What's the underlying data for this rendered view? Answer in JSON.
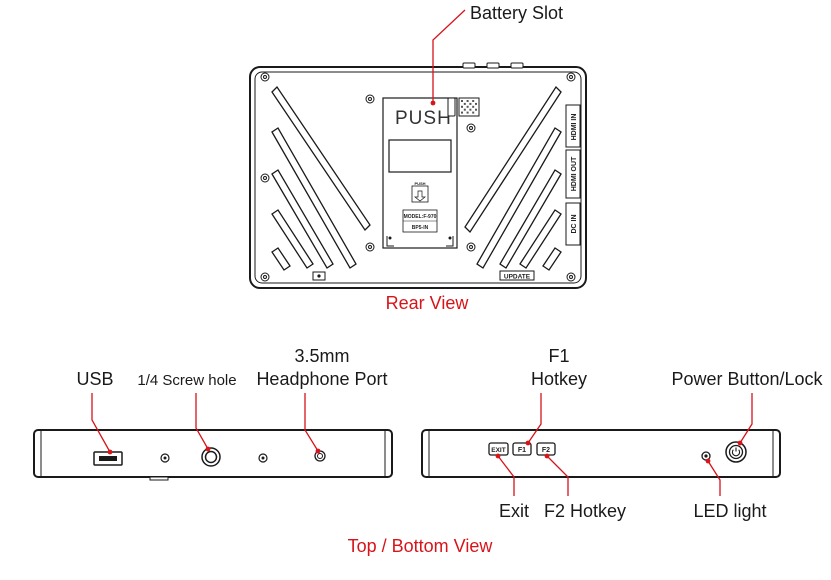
{
  "colors": {
    "accent": "#d7141a",
    "ink": "#1a1a1a"
  },
  "rear": {
    "caption": "Rear View",
    "callout": "Battery Slot",
    "push_text": "PUSH",
    "update_label": "UPDATE",
    "port_hdmi_in": "HDMI IN",
    "port_hdmi_out": "HDMI OUT",
    "port_dc_in": "DC IN",
    "plate_model": "MODEL:F-970",
    "plate_sub": "BP5-IN",
    "plate_mark": "PUSH"
  },
  "top": {
    "caption": "Top / Bottom View",
    "usb": "USB",
    "screw": "1/4 Screw hole",
    "headphone_line1": "3.5mm",
    "headphone_line2": "Headphone Port",
    "f1_line1": "F1",
    "f1_line2": "Hotkey",
    "power": "Power Button/Lock",
    "exit": "Exit",
    "f2": "F2 Hotkey",
    "led": "LED light",
    "btn_exit": "EXIT",
    "btn_f1": "F1",
    "btn_f2": "F2"
  }
}
